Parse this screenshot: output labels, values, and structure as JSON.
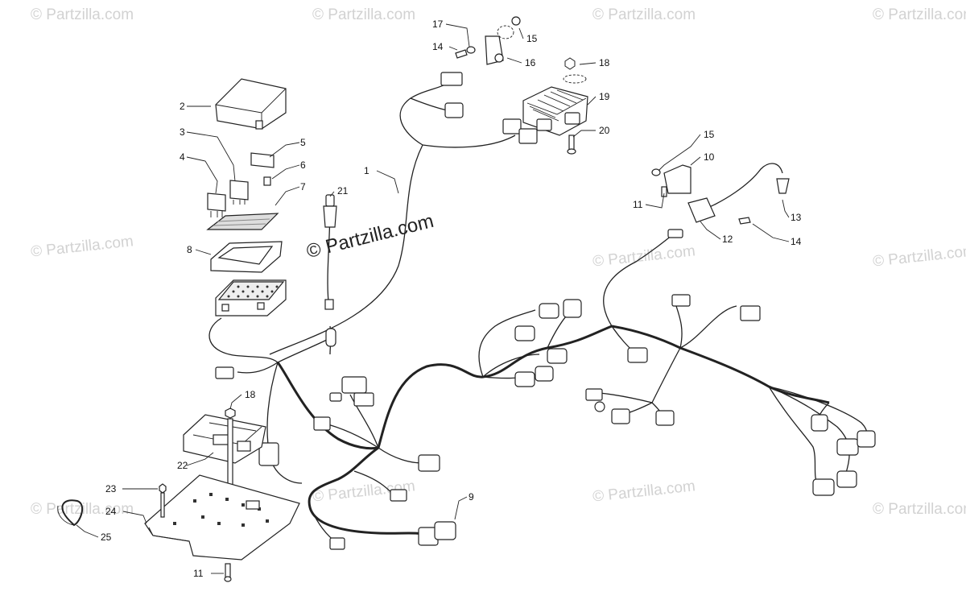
{
  "watermarks": {
    "text": "© Partzilla.com",
    "center_text": "© Partzilla.com"
  },
  "callouts": [
    {
      "label": "1"
    },
    {
      "label": "2"
    },
    {
      "label": "3"
    },
    {
      "label": "4"
    },
    {
      "label": "5"
    },
    {
      "label": "6"
    },
    {
      "label": "7"
    },
    {
      "label": "8"
    },
    {
      "label": "9"
    },
    {
      "label": "10"
    },
    {
      "label": "11"
    },
    {
      "label": "11"
    },
    {
      "label": "12"
    },
    {
      "label": "13"
    },
    {
      "label": "14"
    },
    {
      "label": "14"
    },
    {
      "label": "15"
    },
    {
      "label": "15"
    },
    {
      "label": "16"
    },
    {
      "label": "17"
    },
    {
      "label": "18"
    },
    {
      "label": "18"
    },
    {
      "label": "19"
    },
    {
      "label": "20"
    },
    {
      "label": "21"
    },
    {
      "label": "22"
    },
    {
      "label": "23"
    },
    {
      "label": "24"
    },
    {
      "label": "25"
    }
  ]
}
